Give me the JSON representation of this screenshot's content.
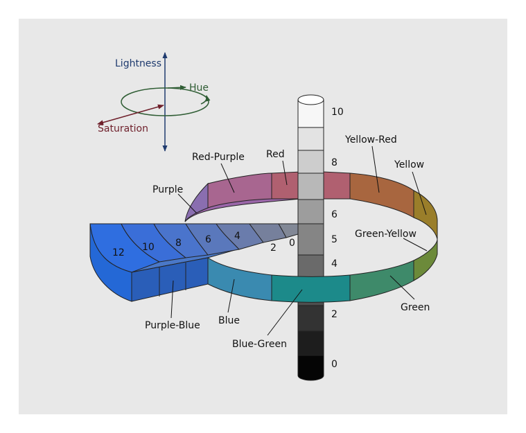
{
  "axes_key": {
    "lightness": "Lightness",
    "hue": "Hue",
    "saturation": "Saturation",
    "lightness_color": "#1e3a6e",
    "hue_color": "#2f5d34",
    "saturation_color": "#6e1f2a"
  },
  "value_scale": [
    "10",
    "8",
    "6",
    "5",
    "4",
    "2",
    "0"
  ],
  "chroma_scale": [
    "12",
    "10",
    "8",
    "6",
    "4",
    "2",
    "0"
  ],
  "hues": [
    {
      "label": "Red",
      "color": "#b06070"
    },
    {
      "label": "Yellow-Red",
      "color": "#a8663f"
    },
    {
      "label": "Yellow",
      "color": "#9a7e2a"
    },
    {
      "label": "Green-Yellow",
      "color": "#6c8a3a"
    },
    {
      "label": "Green",
      "color": "#3e8a6a"
    },
    {
      "label": "Blue-Green",
      "color": "#1c8a8a"
    },
    {
      "label": "Blue",
      "color": "#3a8ab0"
    },
    {
      "label": "Purple-Blue",
      "color": "#3a70c8"
    },
    {
      "label": "Purple",
      "color": "#8a6eb0"
    },
    {
      "label": "Red-Purple",
      "color": "#a06098"
    }
  ]
}
